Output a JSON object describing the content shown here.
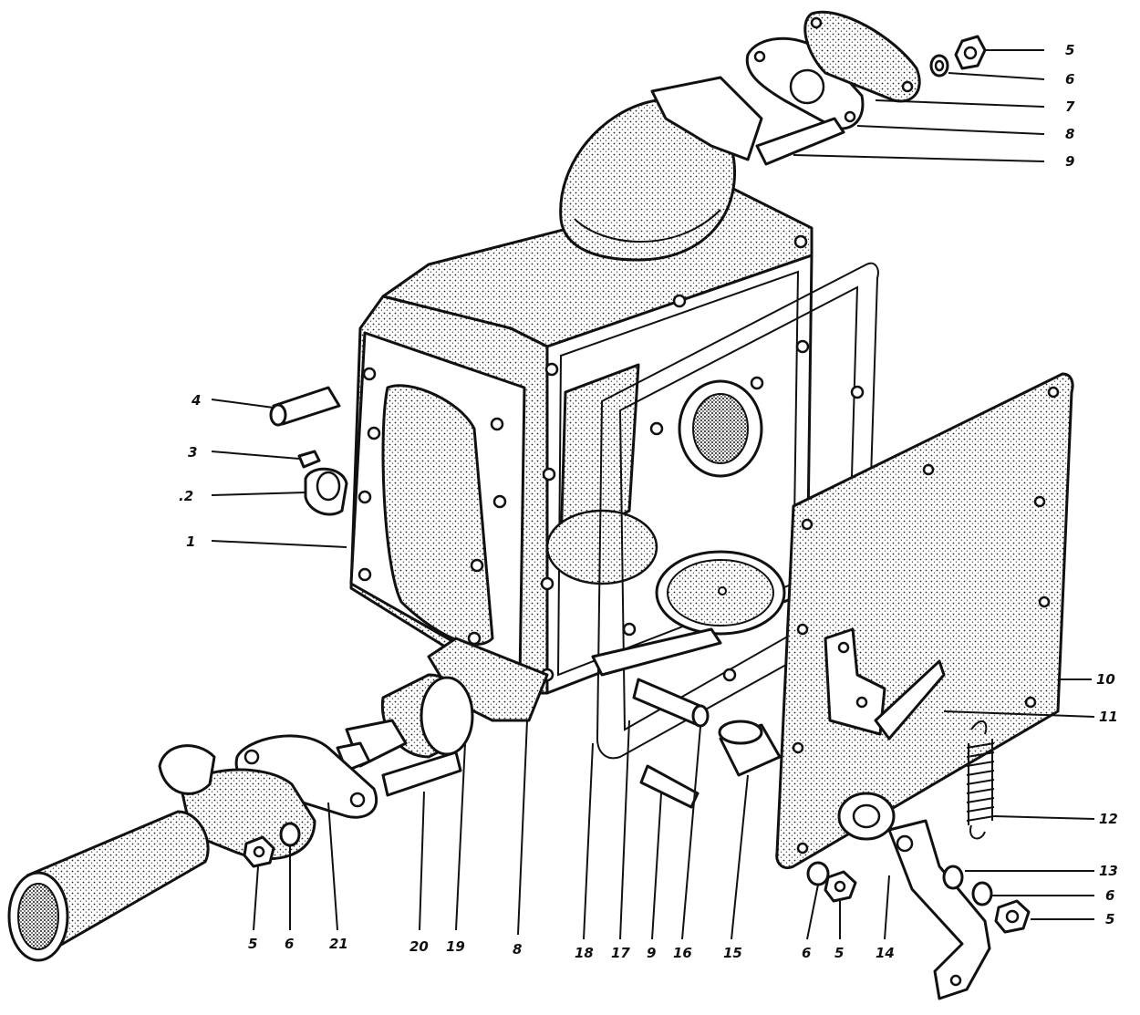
{
  "callouts": {
    "c1": "1",
    "c2": ".2",
    "c3": "3",
    "c4": "4",
    "c5_top": "5",
    "c6_top": "6",
    "c7": "7",
    "c8_top": "8",
    "c9_top": "9",
    "c10": "10",
    "c11": "11",
    "c12": "12",
    "c13": "13",
    "c6_right": "6",
    "c5_right": "5",
    "c5_a": "5",
    "c6_a": "6",
    "c21": "21",
    "c20": "20",
    "c19": "19",
    "c8_b": "8",
    "c18": "18",
    "c17": "17",
    "c9_b": "9",
    "c16": "16",
    "c15": "15",
    "c6_b": "6",
    "c5_b": "5",
    "c14": "14"
  }
}
